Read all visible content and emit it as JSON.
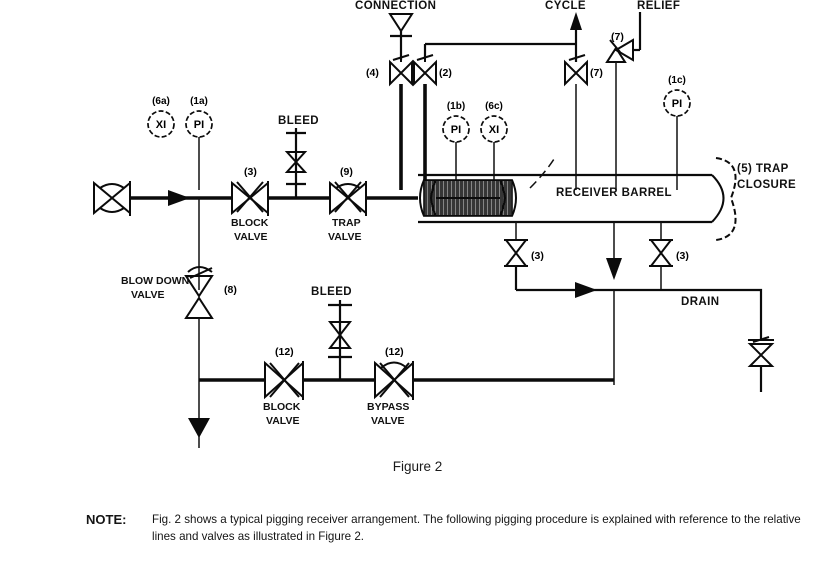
{
  "figure": {
    "caption": "Figure 2",
    "title_hidden": ""
  },
  "note": {
    "label": "NOTE:",
    "text": "Fig. 2 shows a typical pigging receiver arrangement. The following pigging procedure is explained with reference to the relative lines and valves as illustrated in Figure 2."
  },
  "diagram": {
    "type": "pid-pigging-receiver",
    "equipment": [
      {
        "name": "receiver-barrel",
        "label": "RECEIVER BARREL"
      },
      {
        "name": "trap-closure",
        "label": "(5) TRAP\nCLOSURE",
        "line1": "(5) TRAP",
        "line2": "CLOSURE"
      },
      {
        "name": "pig",
        "label": ""
      }
    ],
    "instruments": [
      {
        "name": "xi-6a",
        "tag": "XI",
        "number": "(6a)"
      },
      {
        "name": "pi-1a",
        "tag": "PI",
        "number": "(1a)"
      },
      {
        "name": "pi-1b",
        "tag": "PI",
        "number": "(1b)"
      },
      {
        "name": "xi-6c",
        "tag": "XI",
        "number": "(6c)"
      },
      {
        "name": "pi-1c",
        "tag": "PI",
        "number": "(1c)"
      }
    ],
    "valves": [
      {
        "name": "inlet-check-valve",
        "number": "",
        "label": ""
      },
      {
        "name": "block-valve-main",
        "number": "(3)",
        "line1": "BLOCK",
        "line2": "VALVE"
      },
      {
        "name": "bleed-valve-top",
        "number": "",
        "label": "BLEED"
      },
      {
        "name": "trap-valve",
        "number": "(9)",
        "line1": "TRAP",
        "line2": "VALVE"
      },
      {
        "name": "kicker-valve-4",
        "number": "(4)",
        "label": ""
      },
      {
        "name": "kicker-valve-2",
        "number": "(2)",
        "label": ""
      },
      {
        "name": "cycle-valve-7",
        "number": "(7)",
        "label": ""
      },
      {
        "name": "relief-valve",
        "number": "(7)",
        "label": ""
      },
      {
        "name": "drain-valve-left-3",
        "number": "(3)",
        "label": ""
      },
      {
        "name": "drain-valve-right-3",
        "number": "(3)",
        "label": ""
      },
      {
        "name": "drain-outlet-valve",
        "number": "",
        "label": ""
      },
      {
        "name": "blow-down-valve",
        "number": "(8)",
        "line1": "BLOW DOWN",
        "line2": "VALVE"
      },
      {
        "name": "bleed-valve-lower",
        "number": "",
        "label": "BLEED"
      },
      {
        "name": "block-valve-lower",
        "number": "(12)",
        "line1": "BLOCK",
        "line2": "VALVE"
      },
      {
        "name": "bypass-valve",
        "number": "(12)",
        "line1": "BYPASS",
        "line2": "VALVE"
      }
    ],
    "line_labels": [
      {
        "name": "connection-label",
        "text": "CONNECTION"
      },
      {
        "name": "cycle-label",
        "text": "CYCLE"
      },
      {
        "name": "relief-label",
        "text": "RELIEF"
      },
      {
        "name": "drain-label",
        "text": "DRAIN"
      }
    ],
    "colors": {
      "line": "#0b0b0b",
      "background": "#ffffff",
      "text": "#141414"
    }
  }
}
